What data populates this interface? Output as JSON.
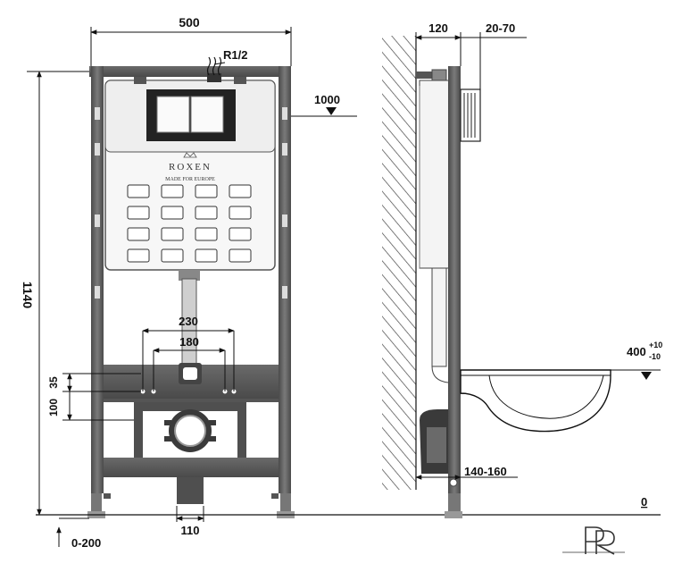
{
  "dimensions": {
    "frame_width": "500",
    "frame_height": "1140",
    "water_inlet": "R1/2",
    "flush_height": "1000",
    "wall_depth": "120",
    "button_depth": "20-70",
    "bolt_spacing_outer": "230",
    "bolt_spacing_inner": "180",
    "offset_35": "35",
    "offset_100": "100",
    "drain_width": "110",
    "foot_adjust": "0-200",
    "bowl_height": "400",
    "bowl_tol_plus": "+10",
    "bowl_tol_minus": "-10",
    "drain_depth": "140-160",
    "floor_level": "0"
  },
  "brand": {
    "name": "ROXEN",
    "tagline": "MADE FOR EUROPE"
  },
  "colors": {
    "frame": "#5f5f5f",
    "frame_dark": "#3a3a3a",
    "cistern": "#f7f7f7",
    "line": "#111111",
    "hatch": "#444444"
  }
}
